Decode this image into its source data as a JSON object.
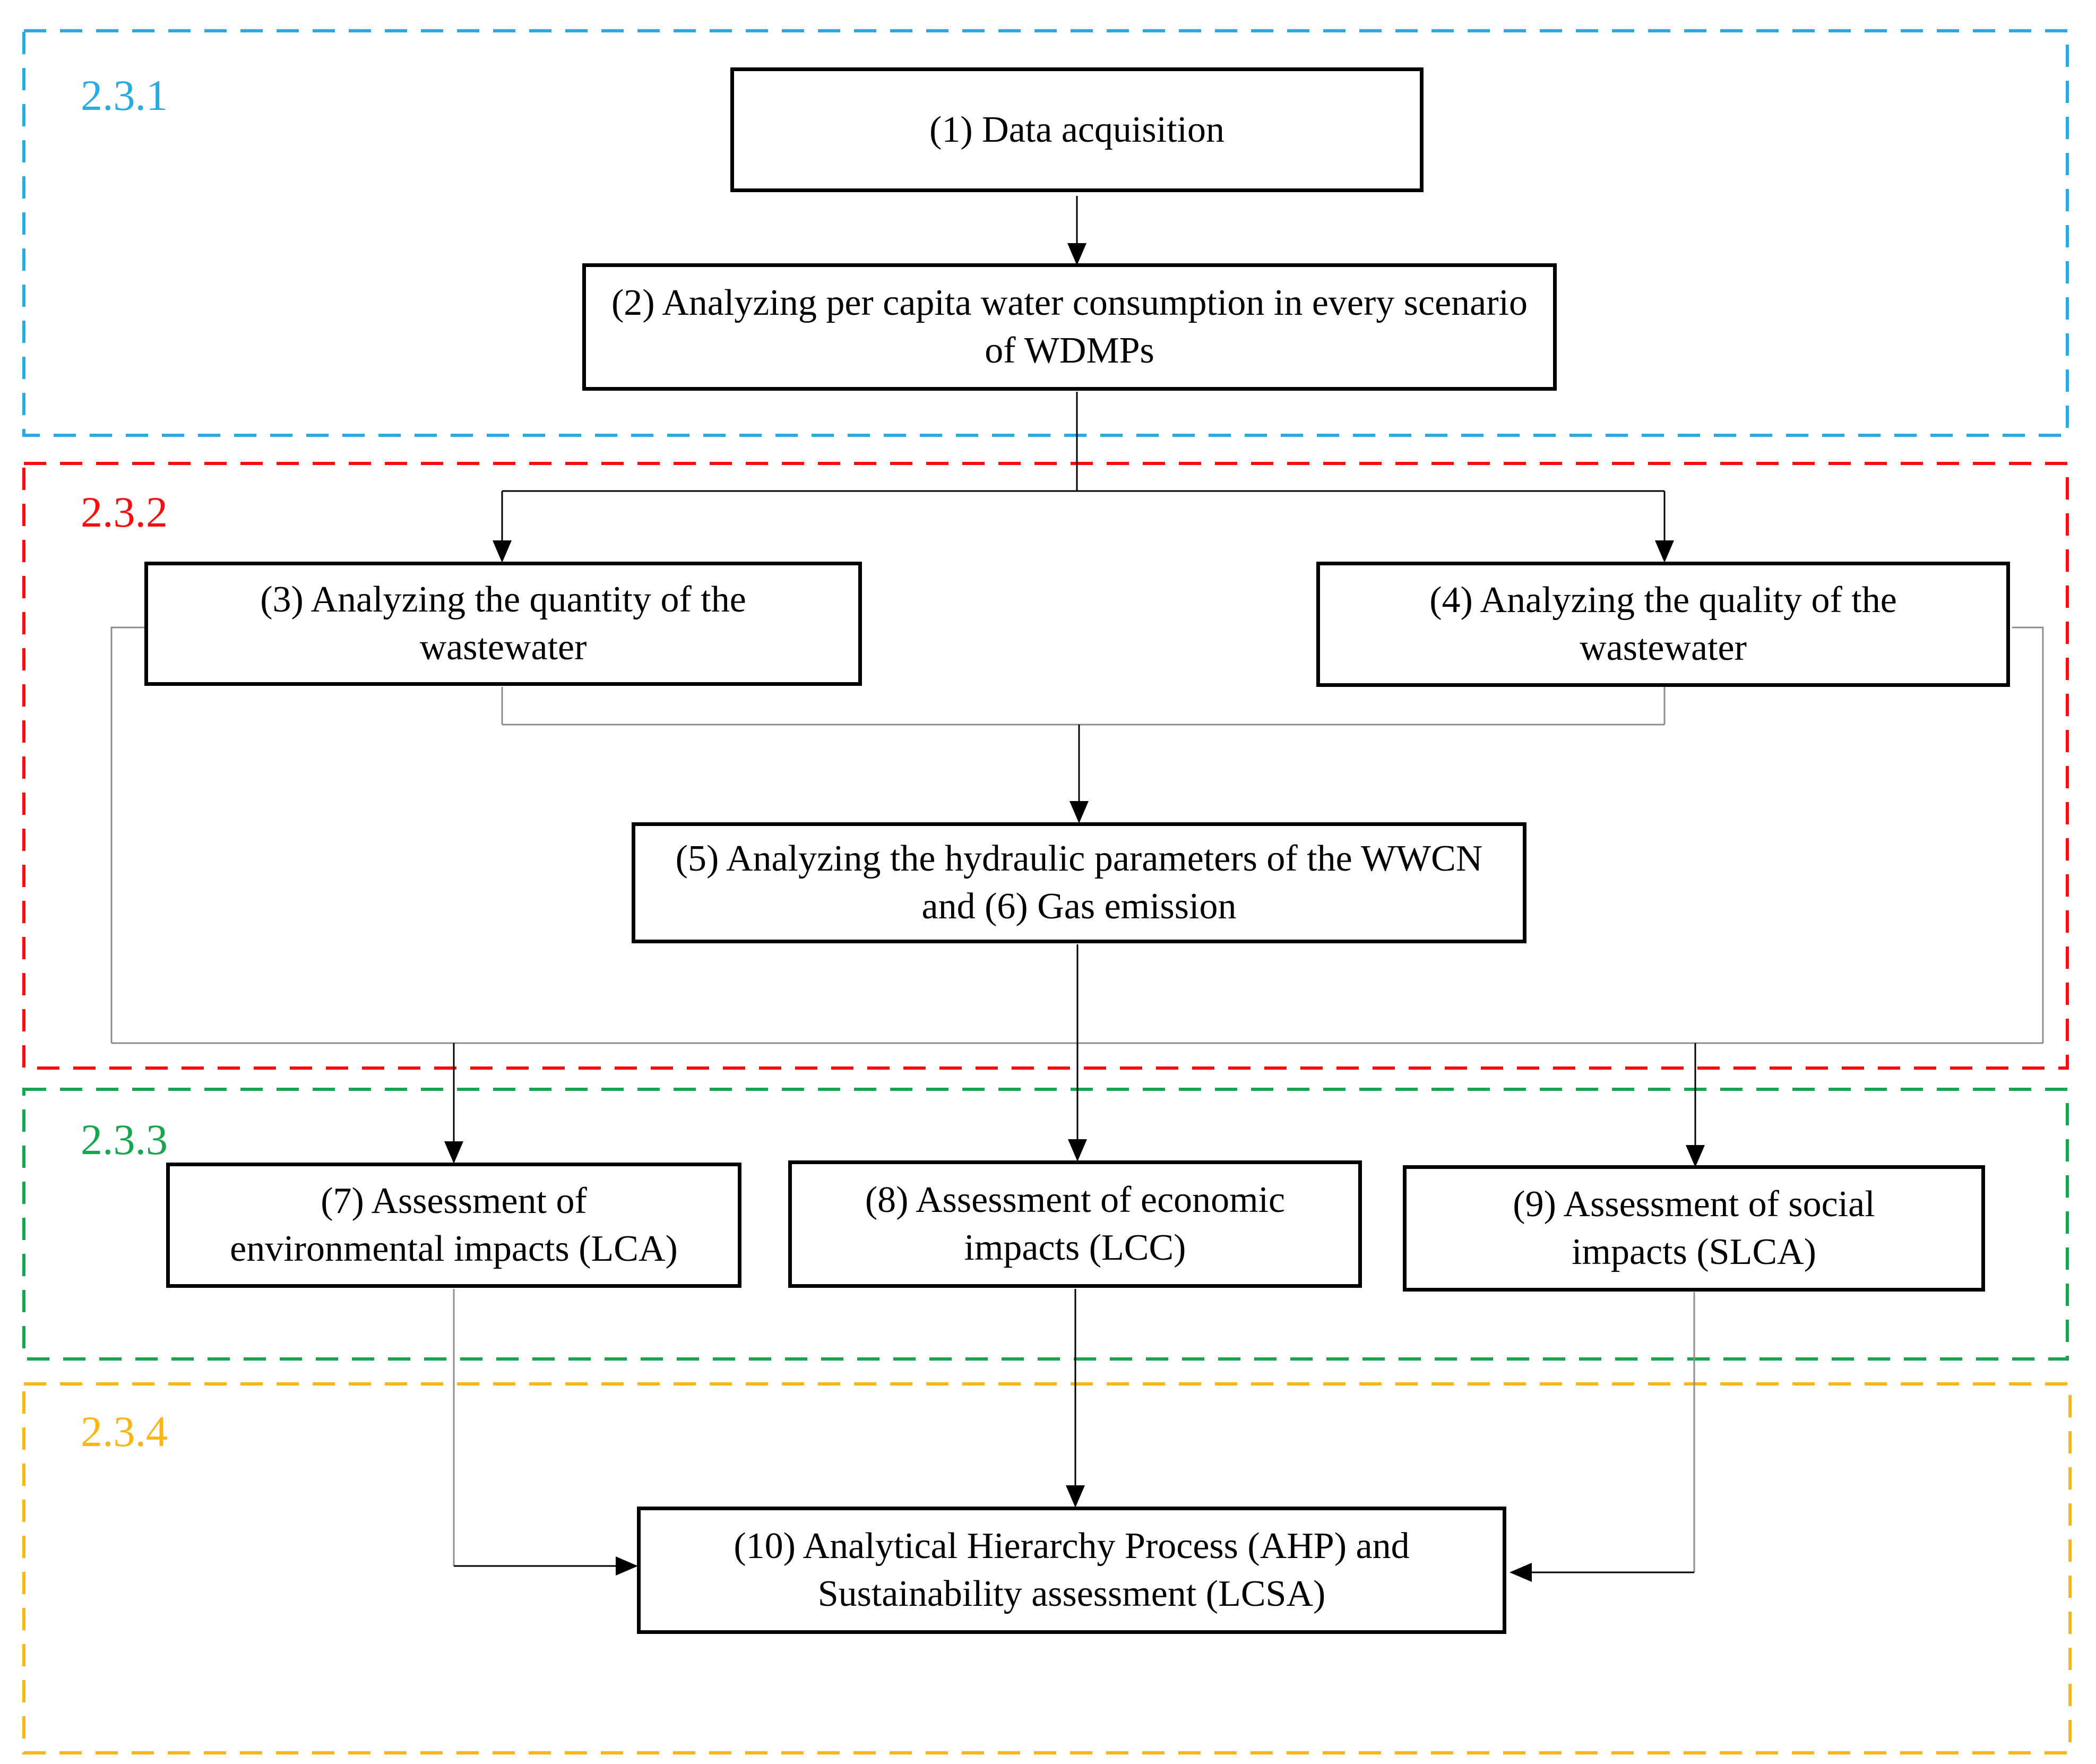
{
  "diagram": {
    "sections": [
      {
        "label": "2.3.1",
        "color": "#29ABE2"
      },
      {
        "label": "2.3.2",
        "color": "#FA0D0D"
      },
      {
        "label": "2.3.3",
        "color": "#17A54F"
      },
      {
        "label": "2.3.4",
        "color": "#FBB615"
      }
    ],
    "nodes": [
      {
        "text": "(1) Data acquisition"
      },
      {
        "text": "(2) Analyzing per capita water consumption in every scenario of WDMPs"
      },
      {
        "text": "(3) Analyzing the quantity of the wastewater"
      },
      {
        "text": "(4) Analyzing the quality of the wastewater"
      },
      {
        "text": "(5) Analyzing the hydraulic parameters of the WWCN and (6) Gas emission"
      },
      {
        "text": "(7) Assessment of environmental impacts (LCA)"
      },
      {
        "text": "(8) Assessment of economic impacts (LCC)"
      },
      {
        "text": "(9) Assessment of social impacts (SLCA)"
      },
      {
        "text": "(10) Analytical Hierarchy Process (AHP) and Sustainability assessment (LCSA)"
      }
    ],
    "line_colors": {
      "primary": "#000000",
      "secondary": "#8C8C8C"
    },
    "box_style": {
      "border_color": "#000000",
      "fill_color": "#FFFFFF",
      "text_color": "#000000"
    }
  }
}
